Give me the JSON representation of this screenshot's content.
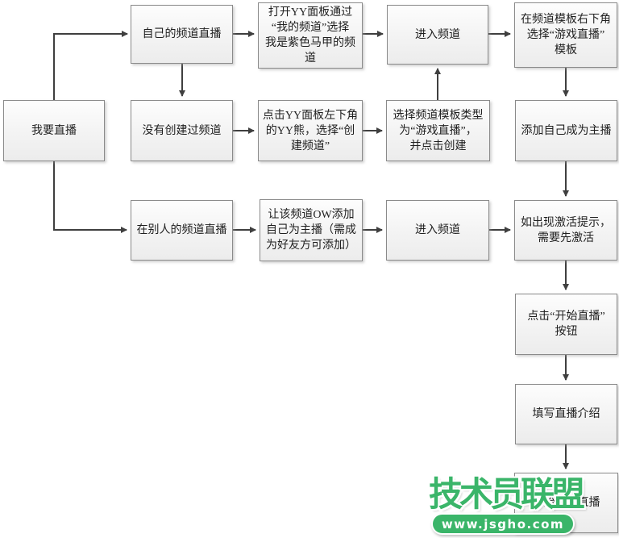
{
  "flowchart": {
    "description": "YY游戏直播开播流程图",
    "colors": {
      "node_fill": "#f3f3f3",
      "node_border": "#8a8a8a",
      "arrow": "#3f3f3f",
      "text": "#1f1f1f"
    },
    "nodes": [
      {
        "id": "start",
        "label": "我要直播"
      },
      {
        "id": "own-channel",
        "label": "自己的频道直播"
      },
      {
        "id": "open-panel",
        "label": "打开YY面板通过\n“我的频道”选择\n我是紫色马甲的频\n道"
      },
      {
        "id": "enter-channel-1",
        "label": "进入频道"
      },
      {
        "id": "choose-template",
        "label": "在频道模板右下角\n选择“游戏直播”\n模板"
      },
      {
        "id": "no-channel",
        "label": "没有创建过频道"
      },
      {
        "id": "click-yy-bear",
        "label": "点击YY面板左下角\n的YY熊，选择“创\n建频道”"
      },
      {
        "id": "select-template-type",
        "label": "选择频道模板类型\n为“游戏直播”，\n并点击创建"
      },
      {
        "id": "add-self-anchor",
        "label": "添加自己成为主播"
      },
      {
        "id": "others-channel",
        "label": "在别人的频道直播"
      },
      {
        "id": "ow-add-anchor",
        "label": "让该频道OW添加\n自己为主播（需成\n为好友方可添加）"
      },
      {
        "id": "enter-channel-2",
        "label": "进入频道"
      },
      {
        "id": "activate",
        "label": "如出现激活提示，\n需要先激活"
      },
      {
        "id": "click-start-live",
        "label": "点击“开始直播”\n按钮"
      },
      {
        "id": "fill-intro",
        "label": "填写直播介绍"
      },
      {
        "id": "start-game-live",
        "label": "开始游戏直播"
      }
    ],
    "edges": [
      {
        "from": "start",
        "to": "own-channel"
      },
      {
        "from": "own-channel",
        "to": "open-panel"
      },
      {
        "from": "open-panel",
        "to": "enter-channel-1"
      },
      {
        "from": "enter-channel-1",
        "to": "choose-template"
      },
      {
        "from": "own-channel",
        "to": "no-channel"
      },
      {
        "from": "no-channel",
        "to": "click-yy-bear"
      },
      {
        "from": "click-yy-bear",
        "to": "select-template-type"
      },
      {
        "from": "select-template-type",
        "to": "enter-channel-1"
      },
      {
        "from": "choose-template",
        "to": "add-self-anchor"
      },
      {
        "from": "add-self-anchor",
        "to": "activate"
      },
      {
        "from": "start",
        "to": "others-channel"
      },
      {
        "from": "others-channel",
        "to": "ow-add-anchor"
      },
      {
        "from": "ow-add-anchor",
        "to": "enter-channel-2"
      },
      {
        "from": "enter-channel-2",
        "to": "activate"
      },
      {
        "from": "activate",
        "to": "click-start-live"
      },
      {
        "from": "click-start-live",
        "to": "fill-intro"
      },
      {
        "from": "fill-intro",
        "to": "start-game-live"
      }
    ]
  },
  "watermark": {
    "logo_text": "技术员联盟",
    "site_url": "www.jsgho.com",
    "brand_green": "#3ab569"
  }
}
